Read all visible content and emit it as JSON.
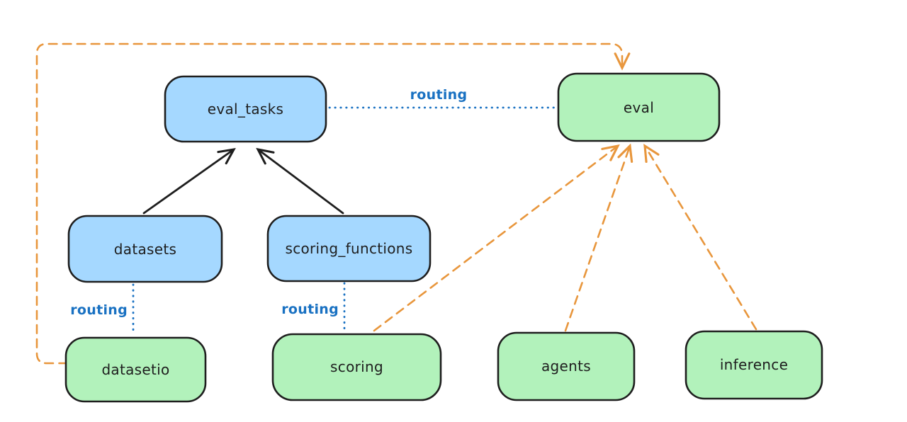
{
  "diagram": {
    "palette": {
      "background": "#ffffff",
      "api_box_fill": "#a5d8ff",
      "provider_box_fill": "#b2f2bb",
      "box_stroke": "#1e1e1e",
      "solid_arrow": "#1e1e1e",
      "routing_line": "#1971c2",
      "provider_arrow": "#e8963c"
    },
    "nodes": {
      "eval_tasks": {
        "label": "eval_tasks",
        "fill": "blue"
      },
      "eval": {
        "label": "eval",
        "fill": "green"
      },
      "datasets": {
        "label": "datasets",
        "fill": "blue"
      },
      "scoring_functions": {
        "label": "scoring_functions",
        "fill": "blue"
      },
      "datasetio": {
        "label": "datasetio",
        "fill": "green"
      },
      "scoring": {
        "label": "scoring",
        "fill": "green"
      },
      "agents": {
        "label": "agents",
        "fill": "green"
      },
      "inference": {
        "label": "inference",
        "fill": "green"
      }
    },
    "edges": [
      {
        "from": "datasets",
        "to": "eval_tasks",
        "style": "solid-black-arrow",
        "label": ""
      },
      {
        "from": "scoring_functions",
        "to": "eval_tasks",
        "style": "solid-black-arrow",
        "label": ""
      },
      {
        "from": "eval_tasks",
        "to": "eval",
        "style": "dotted-blue",
        "label": "routing"
      },
      {
        "from": "datasets",
        "to": "datasetio",
        "style": "dotted-blue",
        "label": "routing"
      },
      {
        "from": "scoring_functions",
        "to": "scoring",
        "style": "dotted-blue",
        "label": "routing"
      },
      {
        "from": "datasetio",
        "to": "eval",
        "style": "dashed-orange-arrow",
        "label": ""
      },
      {
        "from": "scoring",
        "to": "eval",
        "style": "dashed-orange-arrow",
        "label": ""
      },
      {
        "from": "agents",
        "to": "eval",
        "style": "dashed-orange-arrow",
        "label": ""
      },
      {
        "from": "inference",
        "to": "eval",
        "style": "dashed-orange-arrow",
        "label": ""
      }
    ]
  }
}
